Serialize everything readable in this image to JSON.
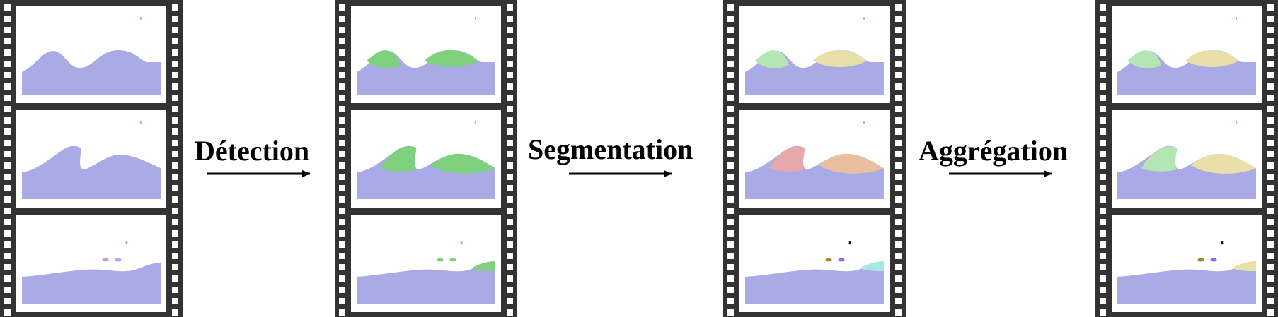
{
  "steps": {
    "detection": "Détection",
    "segmentation": "Segmentation",
    "aggregation": "Aggrégation"
  },
  "colors": {
    "film": "#333333",
    "water": "#aaaae6",
    "detection_wave": "#7fd17f",
    "seg_wave_a": "#b3e6b3",
    "seg_wave_b": "#e8e0a8",
    "seg_wave_c": "#e6a8a8",
    "seg_wave_d": "#e8c0a0",
    "seg_wave_e": "#a8e8e0",
    "droplet_olive": "#a08a30",
    "droplet_orange": "#c05a20",
    "droplet_purple": "#9a66e0",
    "droplet_dark": "#222222"
  },
  "frames": [
    {
      "column": "input",
      "rows": [
        {
          "shape": "hills",
          "waves": []
        },
        {
          "shape": "curl",
          "waves": []
        },
        {
          "shape": "flat",
          "waves": [],
          "droplets": [
            "water",
            "water",
            "water"
          ]
        }
      ]
    },
    {
      "column": "detection",
      "rows": [
        {
          "shape": "hills",
          "waves": [
            "detection_wave",
            "detection_wave"
          ]
        },
        {
          "shape": "curl",
          "waves": [
            "detection_wave",
            "detection_wave"
          ]
        },
        {
          "shape": "flat",
          "waves": [
            "detection_wave"
          ],
          "droplets": [
            "detection_wave",
            "detection_wave",
            "detection_wave"
          ]
        }
      ]
    },
    {
      "column": "segmentation",
      "rows": [
        {
          "shape": "hills",
          "waves": [
            "seg_wave_a",
            "seg_wave_b"
          ]
        },
        {
          "shape": "curl",
          "waves": [
            "seg_wave_c",
            "seg_wave_d"
          ]
        },
        {
          "shape": "flat",
          "waves": [
            "seg_wave_e"
          ],
          "droplets": [
            "droplet_olive",
            "droplet_purple",
            "droplet_dark"
          ]
        }
      ]
    },
    {
      "column": "aggregation",
      "rows": [
        {
          "shape": "hills",
          "waves": [
            "seg_wave_a",
            "seg_wave_b"
          ]
        },
        {
          "shape": "curl",
          "waves": [
            "seg_wave_a",
            "seg_wave_b"
          ]
        },
        {
          "shape": "flat",
          "waves": [
            "seg_wave_b"
          ],
          "droplets": [
            "droplet_olive",
            "droplet_purple",
            "droplet_dark"
          ]
        }
      ]
    }
  ]
}
